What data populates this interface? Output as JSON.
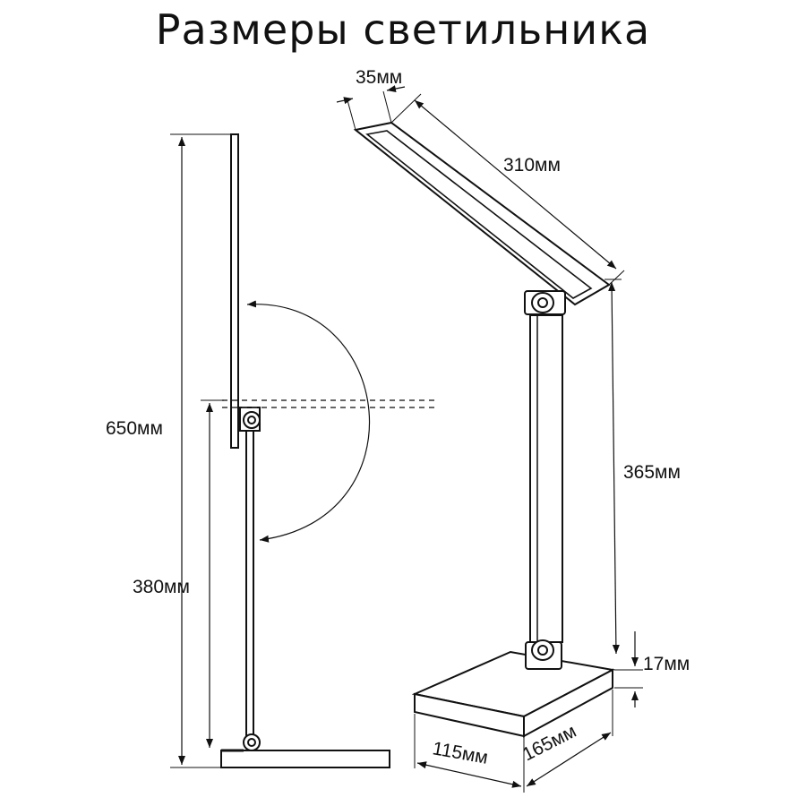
{
  "title": "Размеры светильника",
  "dimensions": {
    "head_width": {
      "value": "35",
      "unit": "мм"
    },
    "head_length": {
      "value": "310",
      "unit": "мм"
    },
    "total_height": {
      "value": "650",
      "unit": "мм"
    },
    "arm_height": {
      "value": "380",
      "unit": "мм"
    },
    "column_height": {
      "value": "365",
      "unit": "мм"
    },
    "base_height": {
      "value": "17",
      "unit": "мм"
    },
    "base_depth": {
      "value": "115",
      "unit": "мм"
    },
    "base_width": {
      "value": "165",
      "unit": "мм"
    }
  }
}
